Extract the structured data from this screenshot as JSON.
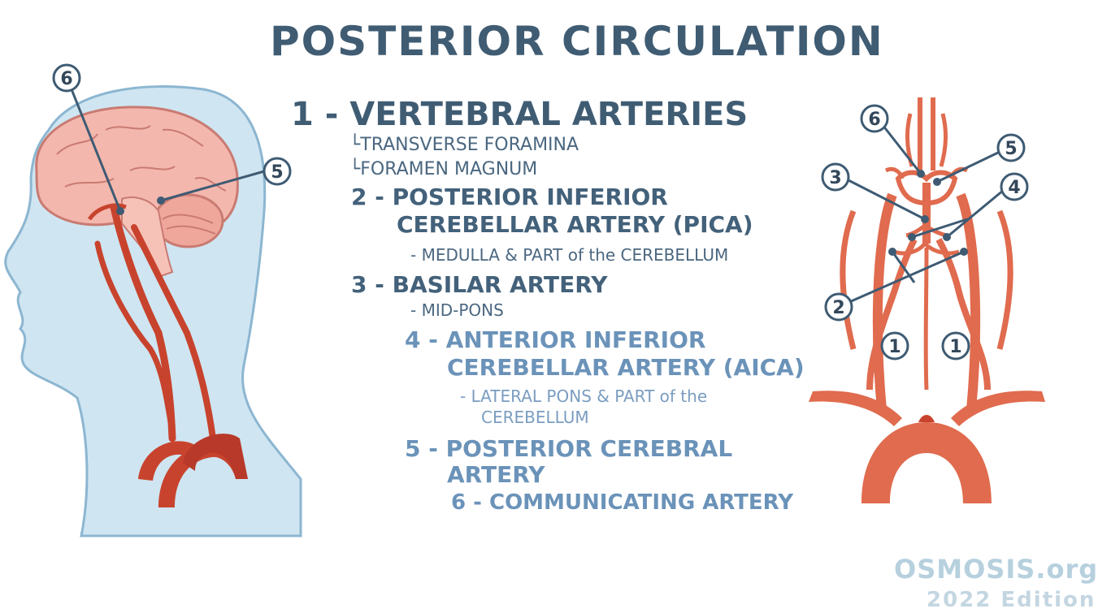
{
  "title": "POSTERIOR CIRCULATION",
  "items": {
    "i1": {
      "main": "1 - VERTEBRAL ARTERIES",
      "subs": [
        "TRANSVERSE FORAMINA",
        "FORAMEN MAGNUM"
      ]
    },
    "i2": {
      "line1": "2 - POSTERIOR INFERIOR",
      "line2": "CEREBELLAR ARTERY (PICA)",
      "sub": "- MEDULLA & PART of the CEREBELLUM"
    },
    "i3": {
      "main": "3 - BASILAR ARTERY",
      "sub": "- MID-PONS"
    },
    "i4": {
      "line1": "4 - ANTERIOR INFERIOR",
      "line2": "CEREBELLAR ARTERY (AICA)",
      "sub1": "- LATERAL PONS & PART of the",
      "sub2": "CEREBELLUM"
    },
    "i5": {
      "line1": "5 - POSTERIOR CEREBRAL",
      "line2": "ARTERY"
    },
    "i6": {
      "main": "6 - COMMUNICATING ARTERY"
    }
  },
  "labels": {
    "n1": "1",
    "n2": "2",
    "n3": "3",
    "n4": "4",
    "n5": "5",
    "n6": "6"
  },
  "watermark": {
    "brand": "OSMOSIS.org",
    "edition": "2022 Edition"
  },
  "colors": {
    "title": "#3f5c73",
    "light_text": "#6b93b9",
    "artery": "#c8432d",
    "artery_light": "#e06b4e",
    "head_fill": "#cfe5f1",
    "brain": "#f3b7ad"
  }
}
